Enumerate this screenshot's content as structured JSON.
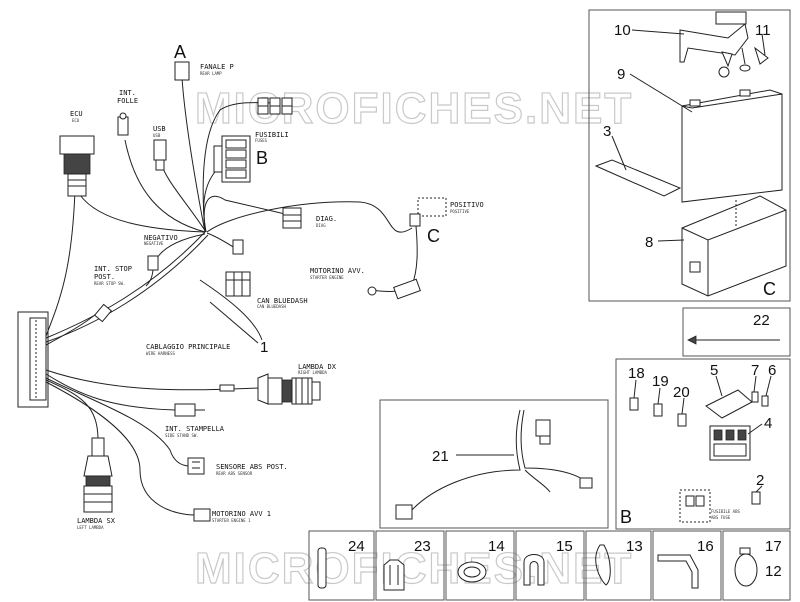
{
  "watermark": "MICROFICHES.NET",
  "section_letters": {
    "a": "A",
    "b_wiring": "B",
    "c_wiring": "C",
    "c_battery": "C",
    "b_fuse": "B"
  },
  "wiring_labels": {
    "fanale": "FANALE P",
    "fanale_sub": "REAR LAMP",
    "int_folle": "INT.",
    "int_folle2": "FOLLE",
    "ecu": "ECU",
    "ecu_sub": "ECU",
    "usb": "USB",
    "usb_sub": "USB",
    "fusibili": "FUSIBILI",
    "fusibili_sub": "FUSES",
    "negativo": "NEGATIVO",
    "negativo_sub": "NEGATIVE",
    "diag": "DIAG.",
    "diag_sub": "DIAG",
    "positivo": "POSITIVO",
    "positivo_sub": "POSITIVE",
    "int_stop": "INT. STOP",
    "int_stop2": "POST.",
    "int_stop_sub": "REAR STOP SW.",
    "can": "CAN BLUEDASH",
    "can_sub": "CAN BLUEDASH",
    "motorino_avv": "MOTORINO AVV.",
    "motorino_avv_sub": "STARTER ENGINE",
    "cablaggio": "CABLAGGIO PRINCIPALE",
    "cablaggio_sub": "WIRE HARNESS",
    "lambda_dx": "LAMBDA DX",
    "lambda_dx_sub": "RIGHT LAMBDA",
    "int_stampella": "INT. STAMPELLA",
    "int_stampella_sub": "SIDE STAND SW.",
    "sensore_abs": "SENSORE ABS POST.",
    "sensore_abs_sub": "REAR ABS SENSOR",
    "motorino_avv1": "MOTORINO AVV 1",
    "motorino_avv1_sub": "STARTER ENGINE 1",
    "lambda_sx": "LAMBDA SX",
    "lambda_sx_sub": "LEFT LAMBDA",
    "fusibile_abs": "FUSIBILE ABS",
    "fusibile_abs_sub": "ABS FUSE"
  },
  "part_numbers": {
    "n1": "1",
    "n2": "2",
    "n3": "3",
    "n4": "4",
    "n5": "5",
    "n6": "6",
    "n7": "7",
    "n8": "8",
    "n9": "9",
    "n10": "10",
    "n11": "11",
    "n12": "12",
    "n13": "13",
    "n14": "14",
    "n15": "15",
    "n16": "16",
    "n17": "17",
    "n18": "18",
    "n19": "19",
    "n20": "20",
    "n21": "21",
    "n22": "22",
    "n23": "23",
    "n24": "24"
  }
}
